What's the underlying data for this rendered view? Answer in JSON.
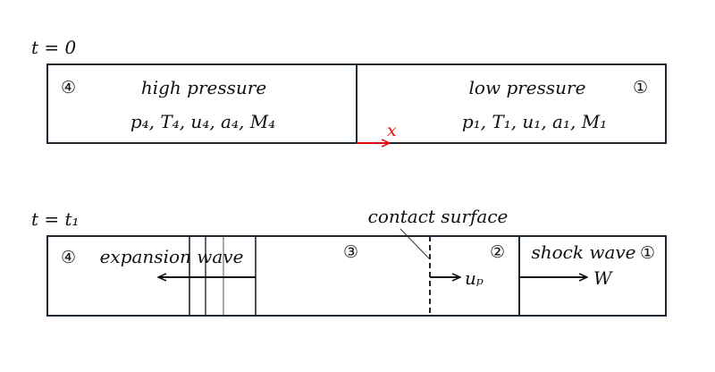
{
  "top": {
    "time_label": "t = 0",
    "left_region": {
      "number": "④",
      "title": "high pressure",
      "vars": "p₄, T₄, u₄, a₄, M₄"
    },
    "right_region": {
      "number": "①",
      "title": "low pressure",
      "vars": "p₁, T₁, u₁, a₁, M₁"
    },
    "axis_label": "x",
    "axis_color": "#e01010"
  },
  "bottom": {
    "time_label": "t = t₁",
    "region4_number": "④",
    "expansion_label": "expansion wave",
    "region3_number": "③",
    "contact_label": "contact surface",
    "region2_number": "②",
    "up_label": "uₚ",
    "shock_label": "shock wave",
    "region1_number": "①",
    "w_label": "W"
  }
}
